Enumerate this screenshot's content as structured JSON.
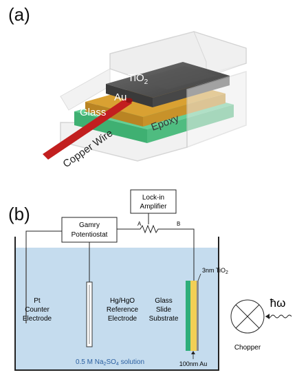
{
  "panel_a": {
    "label": "(a)",
    "layers": {
      "tio2": "TiO",
      "tio2_sub": "2",
      "au": "Au",
      "glass": "Glass",
      "epoxy": "Epoxy",
      "wire": "Copper Wire"
    },
    "colors": {
      "tio2": "#5a5a5a",
      "au": "#d39a2a",
      "glass": "#5fc98f",
      "epoxy": "#e2e2e2",
      "wire": "#c21f1f"
    }
  },
  "panel_b": {
    "label": "(b)",
    "potentiostat": [
      "Gamry",
      "Potentiostat"
    ],
    "lockin": [
      "Lock-in",
      "Amplifier"
    ],
    "terminal_a": "A",
    "terminal_b": "B",
    "counter": [
      "Pt",
      "Counter",
      "Electrode"
    ],
    "reference": [
      "Hg/HgO",
      "Reference",
      "Electrode"
    ],
    "substrate": [
      "Glass",
      "Slide",
      "Substrate"
    ],
    "top_layer": "3nm TiO",
    "top_layer_sub": "2",
    "bottom_layer": "100nm Au",
    "solution": "0.5 M Na",
    "solution_sub": "2",
    "solution_mid": "SO",
    "solution_sub2": "4",
    "solution_end": " solution",
    "chopper": "Chopper",
    "photon": "ħω",
    "colors": {
      "solution": "#c5dcee",
      "glass_slide": "#2fae7a",
      "au_layer": "#f2cf55",
      "tio2_layer": "#8a8a8a"
    }
  }
}
